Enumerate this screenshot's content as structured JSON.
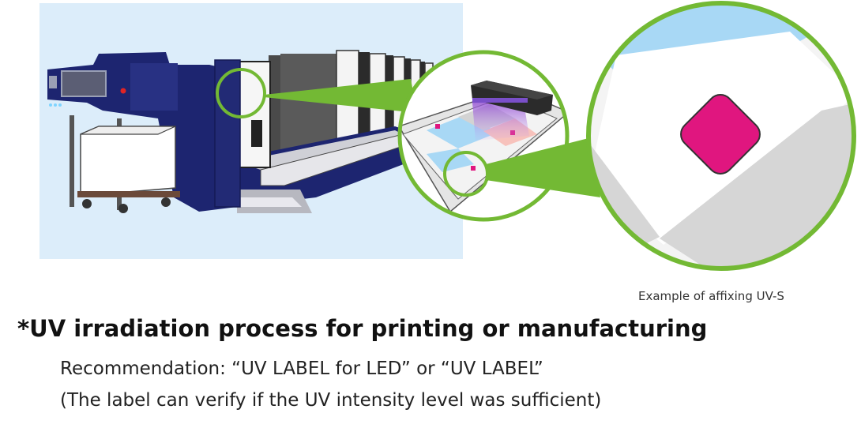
{
  "caption": "Example of affixing UV-S",
  "heading": "*UV irradiation process for printing or manufacturing",
  "recommendation": "Recommendation: “UV LABEL for LED” or “UV LABEL”",
  "note": "(The label can verify if the UV intensity level was sufficient)",
  "colors": {
    "background_panel": "#dcedfa",
    "machine_navy": "#1d2570",
    "highlight_green": "#73b934",
    "label_magenta": "#e0167f",
    "sheet_blue": "#a8d8f5",
    "sheet_pink": "#f7c2bc",
    "sheet_gray": "#d3d3d3"
  },
  "icons": [
    "printing-press-illustration",
    "uv-lamp-illustration",
    "uv-label-closeup"
  ]
}
